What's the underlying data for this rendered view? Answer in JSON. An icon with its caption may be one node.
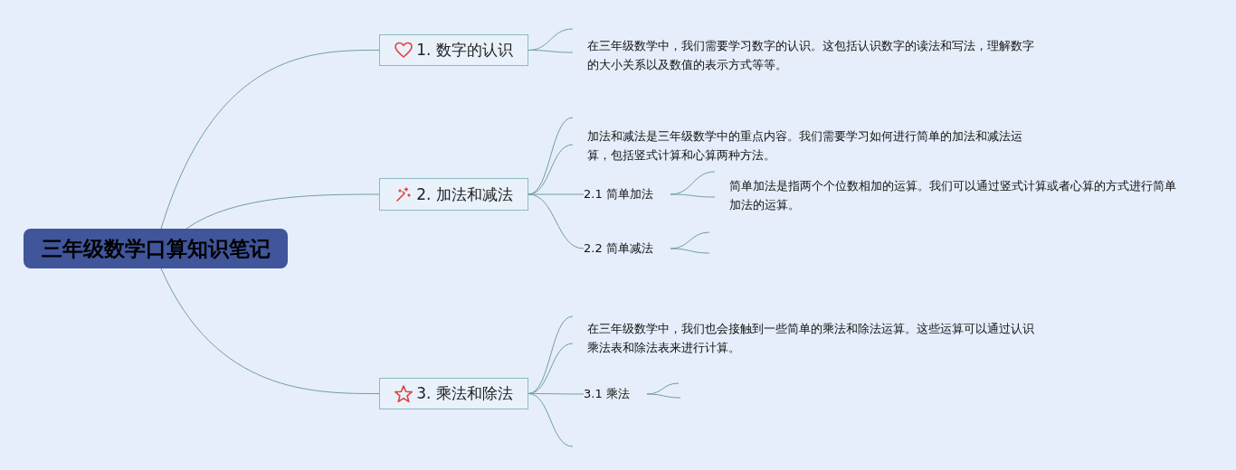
{
  "diagram": {
    "nodes": [
      {
        "text": [
          "三年级数学口算知识笔记"
        ]
      },
      {
        "text": [
          "1. 数字的认识"
        ]
      },
      {
        "text": [
          "在三年级数学中，我们需要学习数字的认识。这包括认识数字的读法和写法，理解数字的大小关系以及数值的表示方式等等。"
        ]
      },
      {
        "text": [
          "2. 加法和减法"
        ]
      },
      {
        "text": [
          "加法和减法是三年级数学中的重点内容。我们需要学习如何进行简单的加法和减法运算，包括竖式计算和心算两种方法。"
        ]
      },
      {
        "text": [
          "2.1 简单加法"
        ]
      },
      {
        "text": [
          "简单加法是指两个个位数相加的运算。我们可以通过竖式计算或者心算的方式进行简单加法的运算。"
        ]
      },
      {
        "text": [
          "2.2 简单减法"
        ]
      },
      {
        "text": [
          "3. 乘法和除法"
        ]
      },
      {
        "text": [
          "在三年级数学中，我们也会接触到一些简单的乘法和除法运算。这些运算可以通过认识乘法表和除法表来进行计算。"
        ]
      },
      {
        "text": [
          "3.1 乘法"
        ]
      }
    ],
    "edges": [
      {
        "from": 0,
        "to": 1,
        "arrow": "none"
      },
      {
        "from": 0,
        "to": 3,
        "arrow": "none"
      },
      {
        "from": 0,
        "to": 8,
        "arrow": "none"
      },
      {
        "from": 1,
        "to": 2,
        "arrow": "none"
      },
      {
        "from": 1,
        "to": 2,
        "arrow": "none"
      },
      {
        "from": 3,
        "to": 4,
        "arrow": "none"
      },
      {
        "from": 3,
        "to": 4,
        "arrow": "none"
      },
      {
        "from": 3,
        "to": 5,
        "arrow": "none"
      },
      {
        "from": 3,
        "to": 7,
        "arrow": "none"
      },
      {
        "from": 5,
        "to": 6,
        "arrow": "none"
      },
      {
        "from": 5,
        "to": 6,
        "arrow": "none"
      },
      {
        "from": 7,
        "to": null,
        "arrow": "none"
      },
      {
        "from": 7,
        "to": null,
        "arrow": "none"
      },
      {
        "from": 8,
        "to": 9,
        "arrow": "none"
      },
      {
        "from": 8,
        "to": 9,
        "arrow": "none"
      },
      {
        "from": 8,
        "to": 10,
        "arrow": "none"
      },
      {
        "from": 8,
        "to": null,
        "arrow": "none"
      },
      {
        "from": 10,
        "to": null,
        "arrow": "none"
      },
      {
        "from": 10,
        "to": null,
        "arrow": "none"
      }
    ]
  }
}
